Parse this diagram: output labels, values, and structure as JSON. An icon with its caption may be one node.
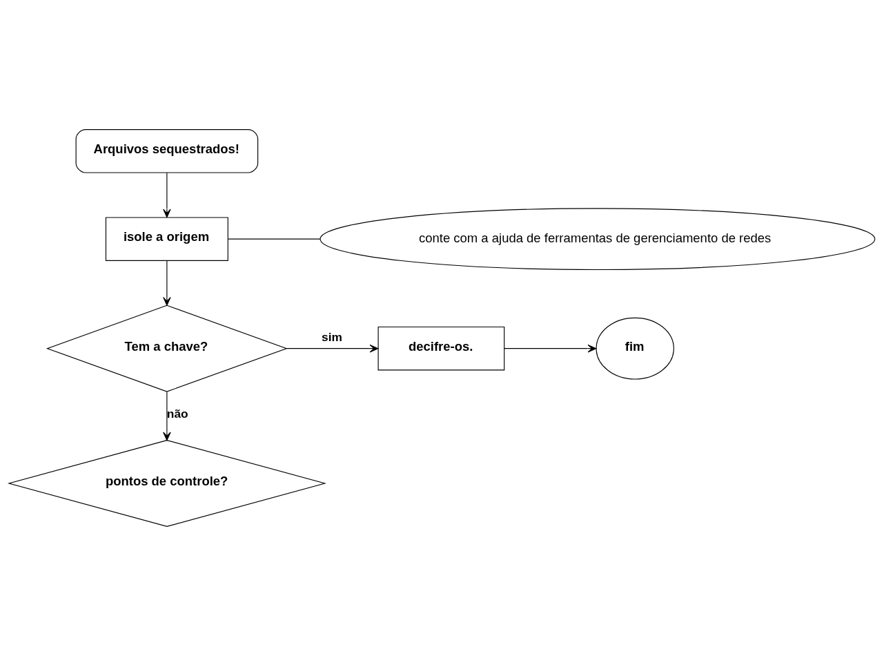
{
  "diagram": {
    "nodes": [
      {
        "text": [
          "Arquivos sequestrados!"
        ]
      },
      {
        "text": [
          "isole a origem"
        ]
      },
      {
        "text": [
          "conte com a ajuda de ferramentas de gerenciamento de redes"
        ]
      },
      {
        "text": [
          "Tem a chave?"
        ]
      },
      {
        "text": [
          "decifre-os."
        ]
      },
      {
        "text": [
          "fim"
        ]
      },
      {
        "text": [
          "pontos de controle?"
        ]
      }
    ],
    "edges": [
      {
        "from": 0,
        "to": 1,
        "arrow": "to"
      },
      {
        "from": 2,
        "to": 1,
        "arrow": "none"
      },
      {
        "from": 1,
        "to": 3,
        "arrow": "to"
      },
      {
        "from": 3,
        "to": 4,
        "arrow": "to",
        "label": "sim"
      },
      {
        "from": 4,
        "to": 5,
        "arrow": "to"
      },
      {
        "from": 3,
        "to": 6,
        "arrow": "to",
        "label": "não"
      }
    ]
  }
}
